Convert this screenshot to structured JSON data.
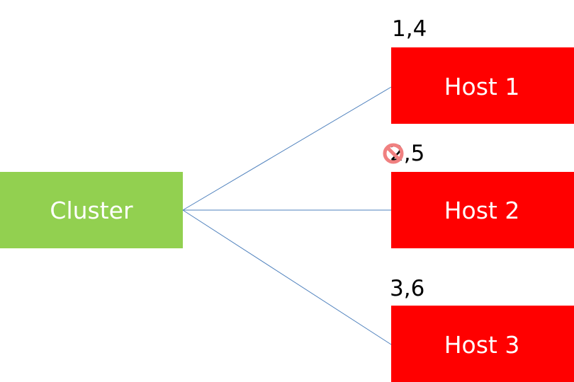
{
  "cluster": {
    "label": "Cluster"
  },
  "hosts": [
    {
      "label": "Host 1",
      "caption": "1,4"
    },
    {
      "label": "Host 2",
      "caption": "2,5"
    },
    {
      "label": "Host 3",
      "caption": "3,6"
    }
  ],
  "colors": {
    "cluster": "#92d050",
    "host": "#ff0000",
    "connector": "#4f81bd",
    "caption": "#000000",
    "label": "#ffffff",
    "blocked_marker": "#f08080"
  },
  "icons": {
    "blocked_marker": "prohibited-icon"
  }
}
